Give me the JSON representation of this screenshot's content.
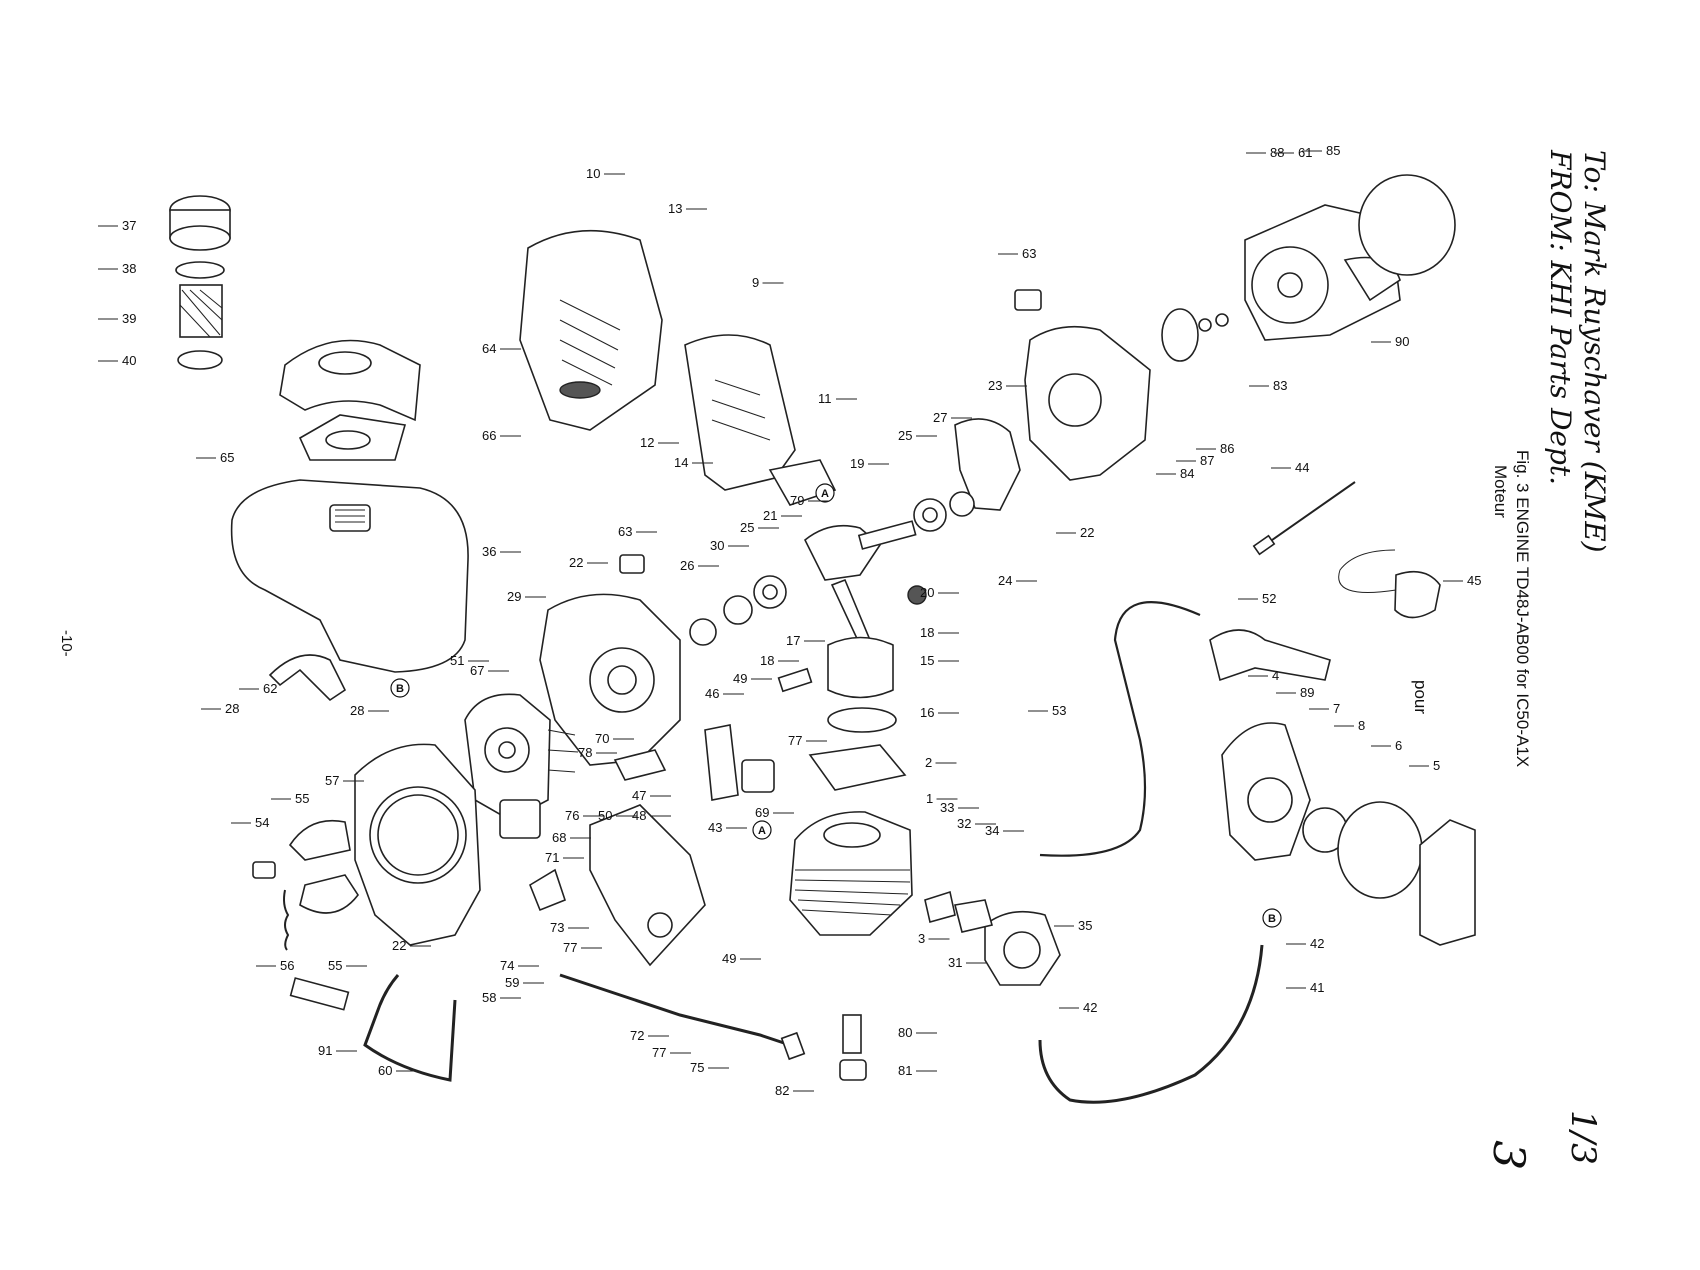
{
  "header": {
    "handwritten_to": "To: Mark Ruyschaver (KME)",
    "handwritten_from": "FROM: KHI Parts Dept.",
    "fig_label": "Fig. 3 ENGINE TD48J-AB00 for IC50-A1X",
    "fig_sub": "Moteur",
    "fig_pour": "pour"
  },
  "page": {
    "number": "-10-",
    "handwritten_page": "3",
    "handwritten_fraction": "1/3"
  },
  "refs": {
    "a": "A",
    "b": "B"
  },
  "callouts": [
    {
      "id": "c37",
      "label": "37"
    },
    {
      "id": "c38",
      "label": "38"
    },
    {
      "id": "c39",
      "label": "39"
    },
    {
      "id": "c40",
      "label": "40"
    },
    {
      "id": "c64",
      "label": "64"
    },
    {
      "id": "c66",
      "label": "66"
    },
    {
      "id": "c65",
      "label": "65"
    },
    {
      "id": "c36",
      "label": "36"
    },
    {
      "id": "c10",
      "label": "10"
    },
    {
      "id": "c13",
      "label": "13"
    },
    {
      "id": "c9",
      "label": "9"
    },
    {
      "id": "c12",
      "label": "12"
    },
    {
      "id": "c14",
      "label": "14"
    },
    {
      "id": "c11",
      "label": "11"
    },
    {
      "id": "c63a",
      "label": "63"
    },
    {
      "id": "c23",
      "label": "23"
    },
    {
      "id": "c27",
      "label": "27"
    },
    {
      "id": "c25a",
      "label": "25"
    },
    {
      "id": "c19",
      "label": "19"
    },
    {
      "id": "c24",
      "label": "24"
    },
    {
      "id": "c22a",
      "label": "22"
    },
    {
      "id": "c88",
      "label": "88"
    },
    {
      "id": "c61",
      "label": "61"
    },
    {
      "id": "c85",
      "label": "85"
    },
    {
      "id": "c90",
      "label": "90"
    },
    {
      "id": "c83",
      "label": "83"
    },
    {
      "id": "c84",
      "label": "84"
    },
    {
      "id": "c87",
      "label": "87"
    },
    {
      "id": "c86",
      "label": "86"
    },
    {
      "id": "c44",
      "label": "44"
    },
    {
      "id": "c45",
      "label": "45"
    },
    {
      "id": "c79",
      "label": "79"
    },
    {
      "id": "c21",
      "label": "21"
    },
    {
      "id": "c25b",
      "label": "25"
    },
    {
      "id": "c30",
      "label": "30"
    },
    {
      "id": "c26",
      "label": "26"
    },
    {
      "id": "c63b",
      "label": "63"
    },
    {
      "id": "c22b",
      "label": "22"
    },
    {
      "id": "c29",
      "label": "29"
    },
    {
      "id": "c20",
      "label": "20"
    },
    {
      "id": "c18a",
      "label": "18"
    },
    {
      "id": "c17",
      "label": "17"
    },
    {
      "id": "c15",
      "label": "15"
    },
    {
      "id": "c18b",
      "label": "18"
    },
    {
      "id": "c16",
      "label": "16"
    },
    {
      "id": "c52",
      "label": "52"
    },
    {
      "id": "c53",
      "label": "53"
    },
    {
      "id": "c4",
      "label": "4"
    },
    {
      "id": "c89",
      "label": "89"
    },
    {
      "id": "c7",
      "label": "7"
    },
    {
      "id": "c8",
      "label": "8"
    },
    {
      "id": "c6",
      "label": "6"
    },
    {
      "id": "c5",
      "label": "5"
    },
    {
      "id": "c28a",
      "label": "28"
    },
    {
      "id": "c62",
      "label": "62"
    },
    {
      "id": "c28b",
      "label": "28"
    },
    {
      "id": "c51",
      "label": "51"
    },
    {
      "id": "c67",
      "label": "67"
    },
    {
      "id": "c70",
      "label": "70"
    },
    {
      "id": "c78",
      "label": "78"
    },
    {
      "id": "c46",
      "label": "46"
    },
    {
      "id": "c49a",
      "label": "49"
    },
    {
      "id": "c77a",
      "label": "77"
    },
    {
      "id": "c2",
      "label": "2"
    },
    {
      "id": "c57",
      "label": "57"
    },
    {
      "id": "c55a",
      "label": "55"
    },
    {
      "id": "c54",
      "label": "54"
    },
    {
      "id": "c76",
      "label": "76"
    },
    {
      "id": "c50",
      "label": "50"
    },
    {
      "id": "c47",
      "label": "47"
    },
    {
      "id": "c48",
      "label": "48"
    },
    {
      "id": "c69",
      "label": "69"
    },
    {
      "id": "c43",
      "label": "43"
    },
    {
      "id": "c1",
      "label": "1"
    },
    {
      "id": "c33",
      "label": "33"
    },
    {
      "id": "c32",
      "label": "32"
    },
    {
      "id": "c34",
      "label": "34"
    },
    {
      "id": "c68",
      "label": "68"
    },
    {
      "id": "c71",
      "label": "71"
    },
    {
      "id": "c73",
      "label": "73"
    },
    {
      "id": "c77b",
      "label": "77"
    },
    {
      "id": "c3",
      "label": "3"
    },
    {
      "id": "c56",
      "label": "56"
    },
    {
      "id": "c55b",
      "label": "55"
    },
    {
      "id": "c22c",
      "label": "22"
    },
    {
      "id": "c74",
      "label": "74"
    },
    {
      "id": "c49b",
      "label": "49"
    },
    {
      "id": "c35",
      "label": "35"
    },
    {
      "id": "c31",
      "label": "31"
    },
    {
      "id": "c42a",
      "label": "42"
    },
    {
      "id": "c41",
      "label": "41"
    },
    {
      "id": "c42b",
      "label": "42"
    },
    {
      "id": "c59",
      "label": "59"
    },
    {
      "id": "c58",
      "label": "58"
    },
    {
      "id": "c91",
      "label": "91"
    },
    {
      "id": "c60",
      "label": "60"
    },
    {
      "id": "c72",
      "label": "72"
    },
    {
      "id": "c77c",
      "label": "77"
    },
    {
      "id": "c75",
      "label": "75"
    },
    {
      "id": "c80",
      "label": "80"
    },
    {
      "id": "c81",
      "label": "81"
    },
    {
      "id": "c82",
      "label": "82"
    }
  ]
}
